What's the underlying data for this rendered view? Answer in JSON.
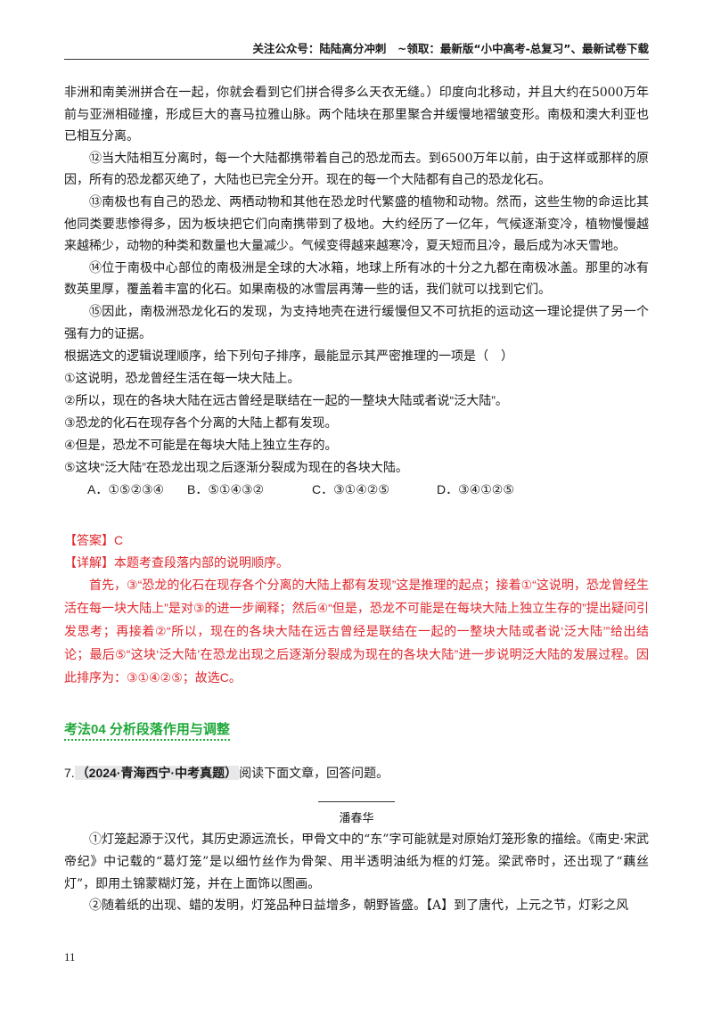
{
  "header": {
    "text": "关注公众号：陆陆高分冲刺　~领取：最新版“小中高考-总复习”、最新试卷下载"
  },
  "passage_top": [
    "非洲和南美洲拼合在一起，你就会看到它们拼合得多么天衣无缝。）印度向北移动，并且大约在5000万年前与亚洲相碰撞，形成巨大的喜马拉雅山脉。两个陆块在那里聚合并缓慢地褶皱变形。南极和澳大利亚也已相互分离。",
    "⑫当大陆相互分离时，每一个大陆都携带着自己的恐龙而去。到6500万年以前，由于这样或那样的原因，所有的恐龙都灭绝了，大陆也已完全分开。现在的每一个大陆都有自己的恐龙化石。",
    "⑬南极也有自己的恐龙、两栖动物和其他在恐龙时代繁盛的植物和动物。然而，这些生物的命运比其他同类要悲惨得多，因为板块把它们向南携带到了极地。大约经历了一亿年，气候逐渐变冷，植物慢慢越来越稀少，动物的种类和数量也大量减少。气候变得越来越寒冷，夏天短而且冷，最后成为冰天雪地。",
    "⑭位于南极中心部位的南极洲是全球的大冰箱，地球上所有冰的十分之九都在南极冰盖。那里的冰有数英里厚，覆盖着丰富的化石。如果南极的冰雪层再薄一些的话，我们就可以找到它们。",
    "⑮因此，南极洲恐龙化石的发现，为支持地壳在进行缓慢但又不可抗拒的运动这一理论提供了另一个强有力的证据。"
  ],
  "question": {
    "stem": "根据选文的逻辑说理顺序，给下列句子排序，最能显示其严密推理的一项是（　）",
    "sentences": [
      "①这说明，恐龙曾经生活在每一块大陆上。",
      "②所以，现在的各块大陆在远古曾经是联结在一起的一整块大陆或者说“泛大陆”。",
      "③恐龙的化石在现存各个分离的大陆上都有发现。",
      "④但是，恐龙不可能是在每块大陆上独立生存的。",
      "⑤这块“泛大陆”在恐龙出现之后逐渐分裂成为现在的各块大陆。"
    ],
    "choices": [
      "A．①⑤②③④",
      "B．⑤①④③②",
      "C．③①④②⑤",
      "D．③④①②⑤"
    ]
  },
  "answer": {
    "label": "【答案】C",
    "detail_label": "【详解】本题考查段落内部的说明顺序。",
    "detail_body": "首先，③“恐龙的化石在现存各个分离的大陆上都有发现”这是推理的起点；接着①“这说明，恐龙曾经生活在每一块大陆上”是对③的进一步阐释；然后④“但是，恐龙不可能是在每块大陆上独立生存的”提出疑问引发思考；再接着②“所以，现在的各块大陆在远古曾经是联结在一起的一整块大陆或者说‘泛大陆’”给出结论；最后⑤“这块‘泛大陆’在恐龙出现之后逐渐分裂成为现在的各块大陆”进一步说明泛大陆的发展过程。因此排序为：③①④②⑤；故选C。"
  },
  "section": {
    "title": "考法04 分析段落作用与调整"
  },
  "q7": {
    "number": "7.",
    "source": "（2024·青海西宁·中考真题）",
    "instruction": "阅读下面文章，回答问题。",
    "author": "潘春华",
    "paragraphs": [
      "①灯笼起源于汉代，其历史源远流长，甲骨文中的“东”字可能就是对原始灯笼形象的描绘。《南史·宋武帝纪》中记载的“葛灯笼”是以细竹丝作为骨架、用半透明油纸为框的灯笼。梁武帝时，还出现了“藕丝灯”，即用土锦蒙糊灯笼，并在上面饰以图画。",
      "②随着纸的出现、蜡的发明，灯笼品种日益增多，朝野皆盛。【A】到了唐代，上元之节，灯彩之风"
    ]
  },
  "page_number": "11"
}
